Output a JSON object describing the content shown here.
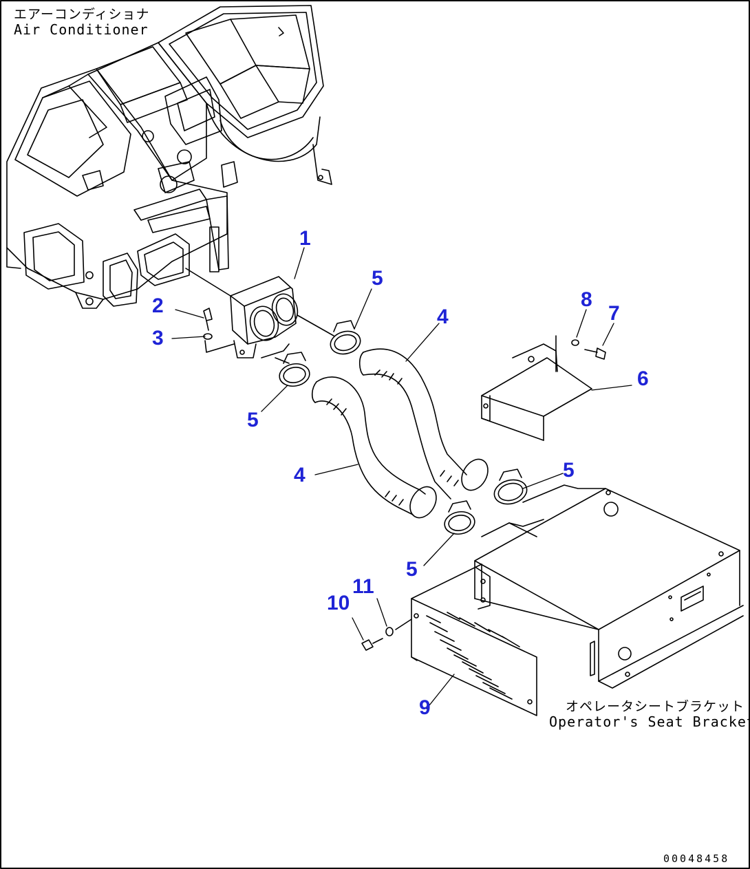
{
  "labels": {
    "air_conditioner_jp": "エアーコンディショナ",
    "air_conditioner_en": "Air Conditioner",
    "seat_bracket_jp": "オペレータシートブラケット",
    "seat_bracket_en": "Operator's Seat Bracket",
    "drawing_code": "00048458"
  },
  "callouts": {
    "c1": "1",
    "c2": "2",
    "c3": "3",
    "c4a": "4",
    "c4b": "4",
    "c5a": "5",
    "c5b": "5",
    "c5c": "5",
    "c5d": "5",
    "c6": "6",
    "c7": "7",
    "c8": "8",
    "c9": "9",
    "c10": "10",
    "c11": "11"
  },
  "colors": {
    "callout": "#1f24d6",
    "line": "#000000",
    "frame": "#000000"
  }
}
